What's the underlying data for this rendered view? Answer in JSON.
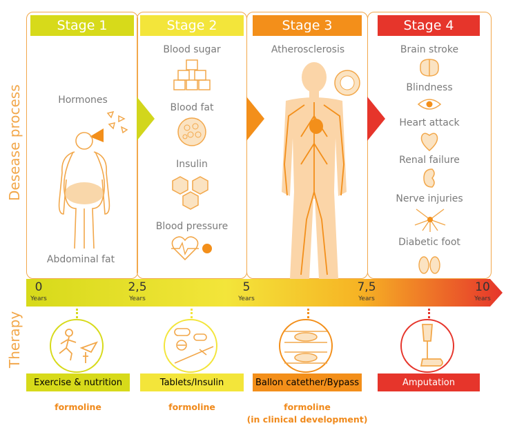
{
  "side_labels": {
    "process": "Desease process",
    "therapy": "Therapy"
  },
  "stages": [
    {
      "title": "Stage 1",
      "color": "#d7da1a"
    },
    {
      "title": "Stage 2",
      "color": "#f3e53a"
    },
    {
      "title": "Stage 3",
      "color": "#f38f1a"
    },
    {
      "title": "Stage 4",
      "color": "#e6352b"
    }
  ],
  "stage1": {
    "hormones": "Hormones",
    "abdominal_fat": "Abdominal fat"
  },
  "stage2": {
    "blood_sugar": "Blood sugar",
    "blood_fat": "Blood fat",
    "insulin": "Insulin",
    "blood_pressure": "Blood pressure"
  },
  "stage3": {
    "atherosclerosis": "Atherosclerosis"
  },
  "stage4": {
    "brain_stroke": "Brain stroke",
    "blindness": "Blindness",
    "heart_attack": "Heart attack",
    "renal_failure": "Renal failure",
    "nerve_injuries": "Nerve injuries",
    "diabetic_foot": "Diabetic foot"
  },
  "timeline": {
    "ticks": [
      {
        "value": "0",
        "unit": "Years"
      },
      {
        "value": "2,5",
        "unit": "Years"
      },
      {
        "value": "5",
        "unit": "Years"
      },
      {
        "value": "7,5",
        "unit": "Years"
      },
      {
        "value": "10",
        "unit": "Years"
      }
    ]
  },
  "therapy": [
    {
      "label": "Exercise & nutrition",
      "brand": "formoline",
      "brand_note": ""
    },
    {
      "label": "Tablets/Insulin",
      "brand": "formoline",
      "brand_note": ""
    },
    {
      "label": "Ballon catether/Bypass",
      "brand": "formoline",
      "brand_note": "(in clinical development)"
    },
    {
      "label": "Amputation",
      "brand": "",
      "brand_note": ""
    }
  ]
}
